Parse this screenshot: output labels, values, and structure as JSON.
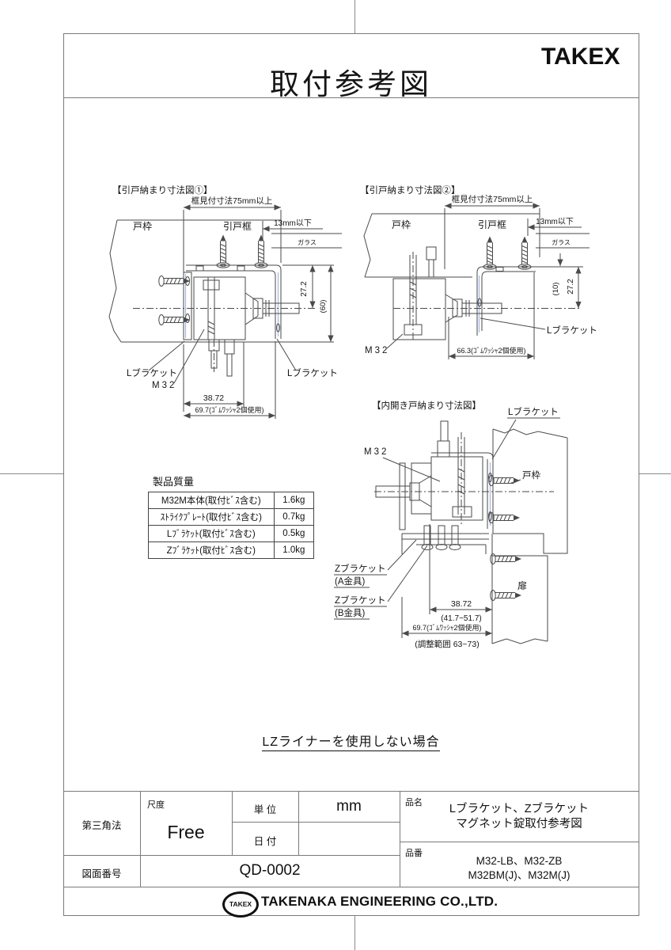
{
  "page": {
    "title": "取付参考図",
    "brand": "TAKEX"
  },
  "diagrams": {
    "d1": {
      "title": "【引戸納まり寸法図①】",
      "dim_width": "框見付寸法75mm以上",
      "doorframe": "戸枠",
      "stile": "引戸框",
      "dim_gap": "13mm以下",
      "glass": "ガラス",
      "dim_272": "27.2",
      "dim_60": "(60)",
      "lbracket_left": "Lブラケット",
      "m32": "M32",
      "dim_3872": "38.72",
      "dim_697": "69.7(ｺﾞﾑﾜｯｼｬ2個使用)",
      "lbracket_right": "Lブラケット"
    },
    "d2": {
      "title": "【引戸納まり寸法図②】",
      "dim_width": "框見付寸法75mm以上",
      "doorframe": "戸枠",
      "stile": "引戸框",
      "dim_gap": "13mm以下",
      "glass": "ガラス",
      "dim_10": "(10)",
      "dim_272": "27.2",
      "m32": "M32",
      "dim_663": "66.3(ｺﾞﾑﾜｯｼｬ2個使用)",
      "lbracket": "Lブラケット"
    },
    "d3": {
      "title": "【内開き戸納まり寸法図】",
      "lbracket": "Lブラケット",
      "m32": "M32",
      "doorframe": "戸枠",
      "zbracket_a_line1": "Zブラケット",
      "zbracket_a_line2": "(A金具)",
      "zbracket_b_line1": "Zブラケット",
      "zbracket_b_line2": "(B金具)",
      "door": "扉",
      "dim_3872": "38.72",
      "dim_3872_range": "(41.7~51.7)",
      "dim_697": "69.7(ｺﾞﾑﾜｯｼｬ2個使用)",
      "dim_adjust": "(調整範囲 63~73)"
    }
  },
  "weight_table": {
    "title": "製品質量",
    "rows": [
      {
        "item": "M32M本体(取付ﾋﾞｽ含む)",
        "weight": "1.6kg"
      },
      {
        "item": "ｽﾄﾗｲｸﾌﾟﾚｰﾄ(取付ﾋﾞｽ含む)",
        "weight": "0.7kg"
      },
      {
        "item": "Lﾌﾞﾗｹｯﾄ(取付ﾋﾞｽ含む)",
        "weight": "0.5kg"
      },
      {
        "item": "Zﾌﾞﾗｹｯﾄ(取付ﾋﾞｽ含む)",
        "weight": "1.0kg"
      }
    ]
  },
  "note": "LZライナーを使用しない場合",
  "title_block": {
    "projection": "第三角法",
    "scale_label": "尺度",
    "scale_value": "Free",
    "unit_label": "単 位",
    "unit_value": "mm",
    "date_label": "日 付",
    "date_value": "",
    "drawing_no_label": "図面番号",
    "drawing_no_value": "QD-0002",
    "name_label": "品名",
    "name_line1": "Lブラケット、Zブラケット",
    "name_line2": "マグネット錠取付参考図",
    "part_label": "品番",
    "part_line1": "M32-LB、M32-ZB",
    "part_line2": "M32BM(J)、M32M(J)"
  },
  "footer": {
    "logo": "TAKEX",
    "company": "TAKENAKA ENGINEERING CO.,LTD."
  }
}
